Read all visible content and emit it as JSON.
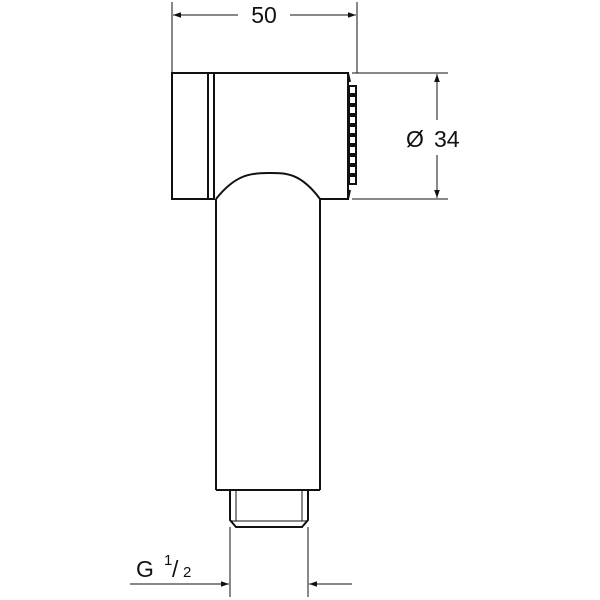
{
  "drawing": {
    "type": "technical-dimension-drawing",
    "subject": "hand shower side view",
    "line_color": "#111111",
    "background": "#ffffff"
  },
  "dimensions": {
    "width": {
      "label": "50"
    },
    "diameter": {
      "symbol": "Ø",
      "value": "34",
      "label": "Ø34"
    },
    "thread": {
      "prefix": "G",
      "numerator": "1",
      "slash": "/",
      "denominator": "2"
    }
  }
}
